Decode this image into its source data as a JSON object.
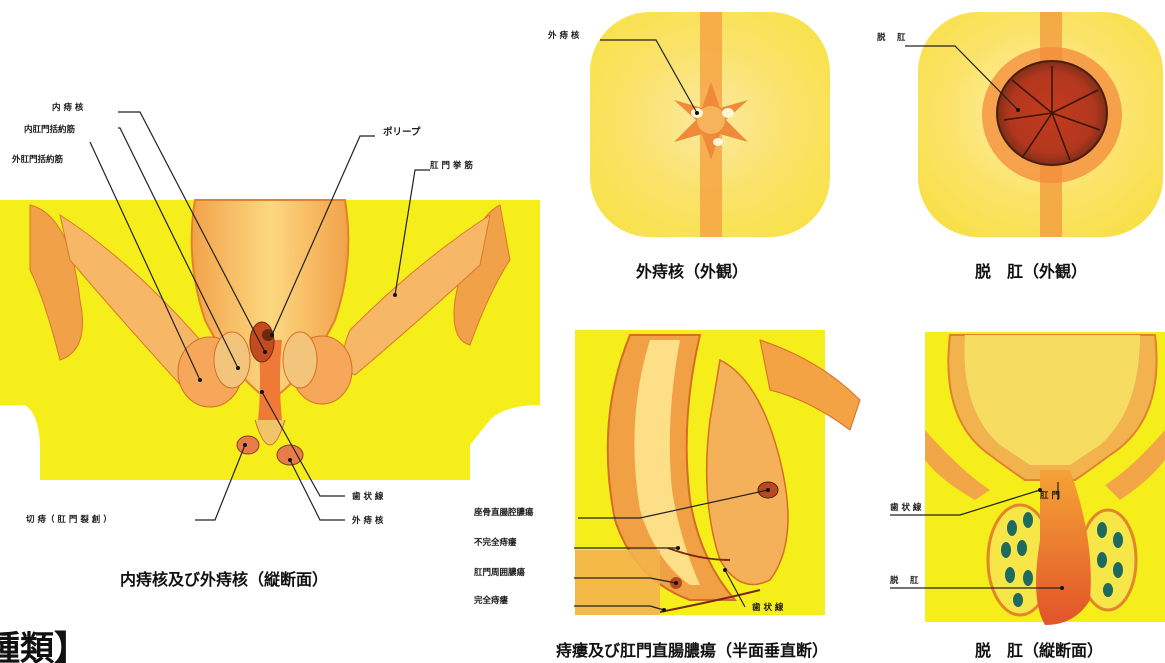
{
  "colors": {
    "background_yellow": "#f6ee1a",
    "tissue_orange": "#f39a3a",
    "tissue_light": "#fbd774",
    "membrane_red": "#e95a28",
    "hemorrhoid_teal": "#1f6a5e",
    "label_text": "#1a1a1a"
  },
  "panels": {
    "internal_external": {
      "caption": "内痔核及び外痔核（縦断面）",
      "labels": {
        "internal_hemorrhoid": "内 痔 核",
        "internal_sphincter": "内肛門括約筋",
        "external_sphincter": "外肛門括約筋",
        "polyp": "ポリープ",
        "levator_ani": "肛 門 挙 筋",
        "dentate_line": "歯 状 線",
        "external_hemorrhoid": "外 痔 核",
        "anal_fissure": "切 痔（ 肛 門 裂 創 ）"
      }
    },
    "external_view": {
      "caption": "外痔核（外観）",
      "labels": {
        "external_hemorrhoid": "外 痔 核"
      }
    },
    "prolapse_view": {
      "caption": "脱　肛（外観）",
      "labels": {
        "prolapse": "脱　 肛"
      }
    },
    "fistula": {
      "caption": "痔瘻及び肛門直腸膿瘍（半面垂直断）",
      "labels": {
        "ischiorectal_abscess": "座骨直腸腔膿瘍",
        "incomplete_fistula": "不完全痔瘻",
        "perianal_abscess": "肛門周囲膿瘍",
        "complete_fistula": "完全痔瘻",
        "dentate_line": "歯 状 線"
      }
    },
    "prolapse_section": {
      "caption": "脱　肛（縦断面）",
      "labels": {
        "anus": "肛 門",
        "dentate_line": "歯 状 線",
        "prolapse": "脱　 肛"
      }
    }
  },
  "section_heading": "種類】"
}
